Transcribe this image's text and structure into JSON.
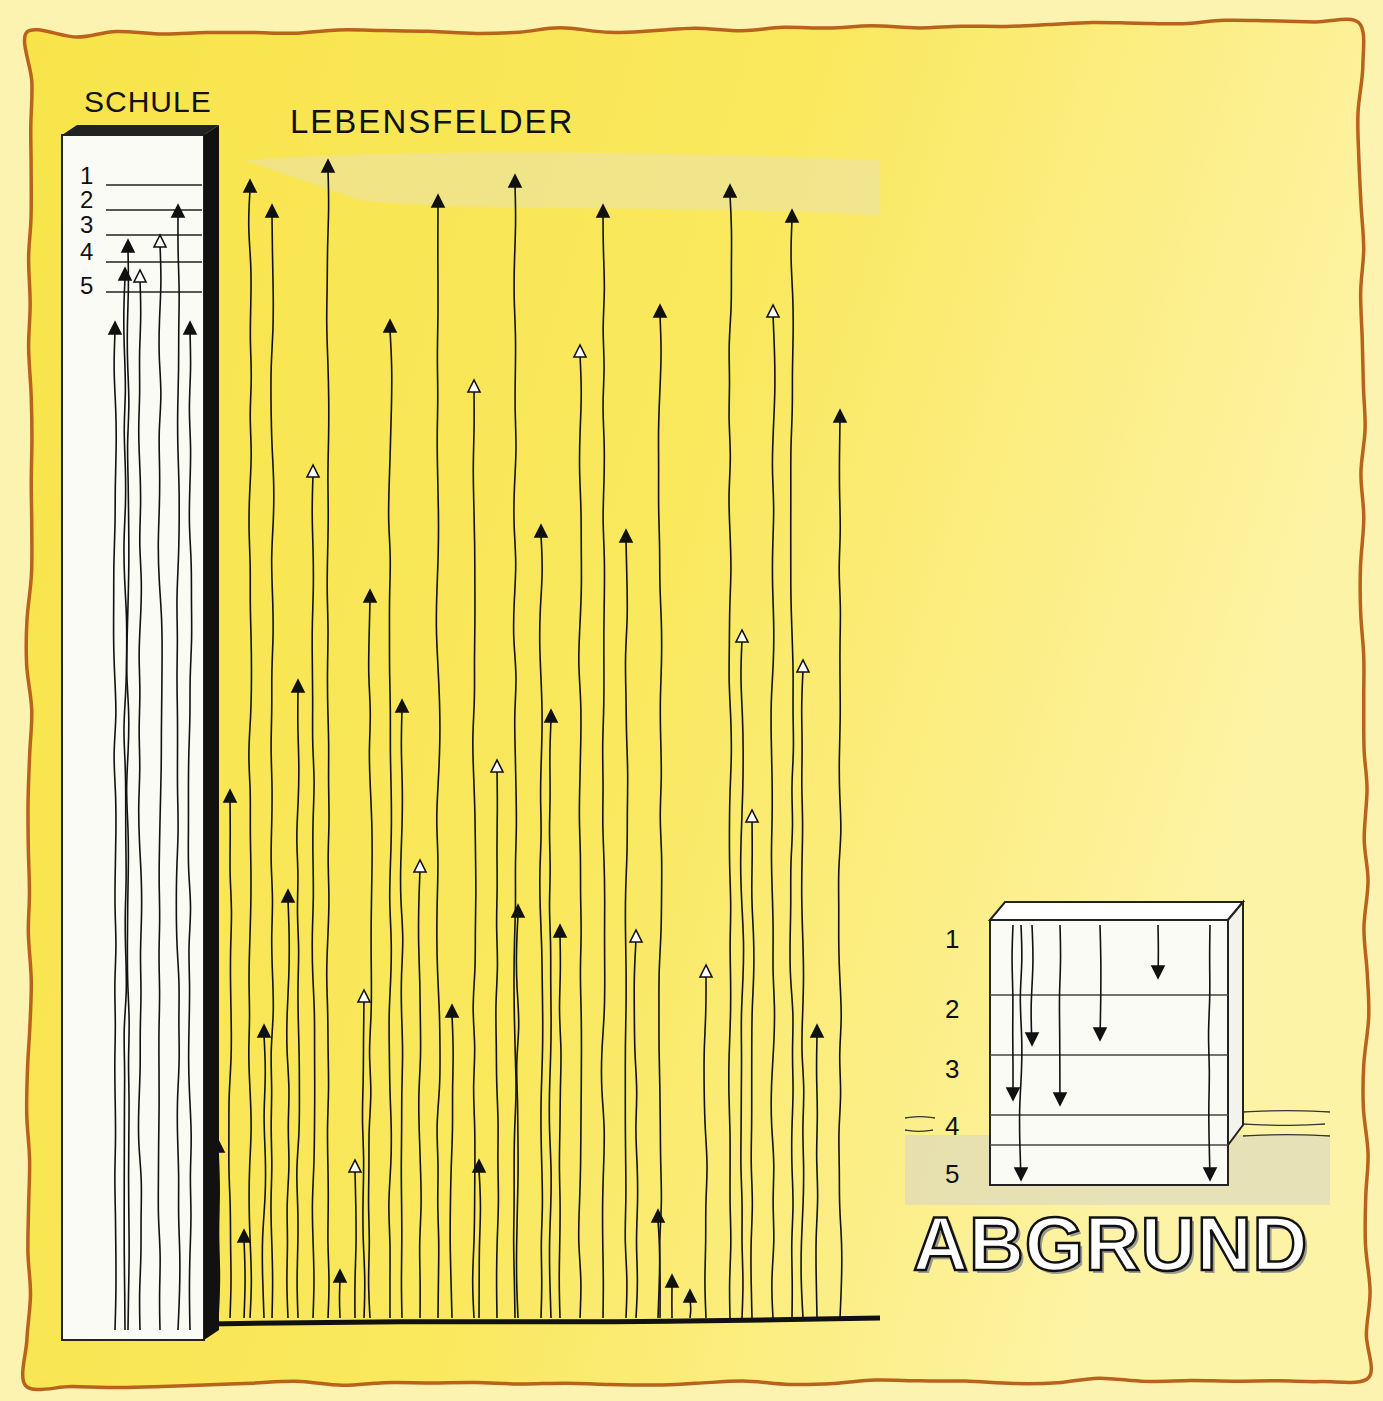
{
  "diagram": {
    "nodes": [
      {
        "text": [
          "SCHULE",
          "1",
          "2",
          "3",
          "4",
          "5"
        ]
      },
      {
        "text": [
          "1",
          "2",
          "3",
          "4",
          "5",
          "ABGRUND"
        ]
      }
    ],
    "labels": [
      "LEBENSFELDER"
    ]
  }
}
